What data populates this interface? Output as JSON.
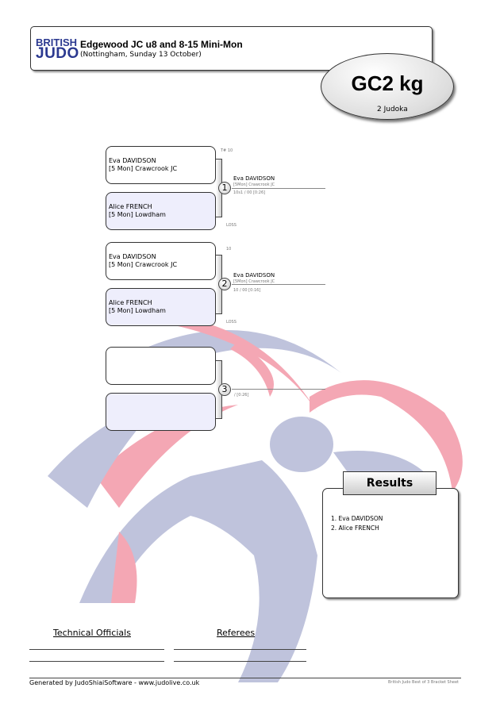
{
  "header": {
    "logo_line1": "BRITISH",
    "logo_line2": "JUDO",
    "title": "Edgewood JC u8 and 8-15 Mini-Mon",
    "subtitle": "(Nottingham, Sunday 13 October)"
  },
  "category": {
    "weight": "GC2 kg",
    "count": "2 Judoka"
  },
  "matches": [
    {
      "number": "1",
      "white": {
        "name": "Eva DAVIDSON",
        "club": "[5 Mon] Crawcrook JC"
      },
      "blue": {
        "name": "Alice FRENCH",
        "club": "[5 Mon] Lowdham"
      },
      "top_score": "T# 10",
      "bottom_label": "LOSS",
      "winner_name": "Eva DAVIDSON",
      "winner_club": "[5Mon] Crawcrook JC",
      "result": "10s1 / 00 [0:26]"
    },
    {
      "number": "2",
      "white": {
        "name": "Eva DAVIDSON",
        "club": "[5 Mon] Crawcrook JC"
      },
      "blue": {
        "name": "Alice FRENCH",
        "club": "[5 Mon] Lowdham"
      },
      "top_score": "10",
      "bottom_label": "LOSS",
      "winner_name": "Eva DAVIDSON",
      "winner_club": "[5Mon] Crawcrook JC",
      "result": "10 / 00 [0:16]"
    },
    {
      "number": "3",
      "white": {
        "name": "",
        "club": ""
      },
      "blue": {
        "name": "",
        "club": ""
      },
      "result": "/ [0:26]"
    }
  ],
  "results": {
    "title": "Results",
    "items": [
      "1. Eva DAVIDSON",
      "2. Alice FRENCH"
    ]
  },
  "footer": {
    "officials": "Technical Officials",
    "referees": "Referees",
    "generated": "Generated by JudoShiaiSoftware - www.judolive.co.uk",
    "sheet": "British Judo Best of 3 Bracket Sheet"
  },
  "colors": {
    "brand": "#2b3990",
    "blue_box": "#eeeefc",
    "logo_red": "#f4a7b4",
    "logo_blue": "#bfc3dc"
  }
}
